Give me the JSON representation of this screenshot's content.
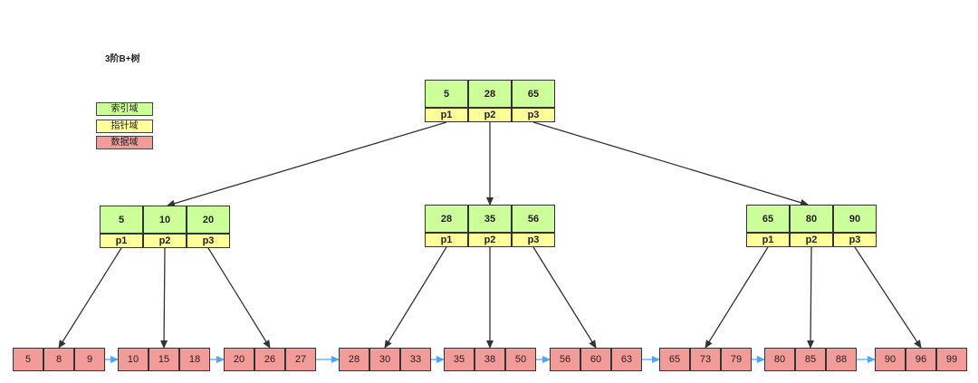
{
  "title": "3阶B+树",
  "legend": [
    {
      "label": "索引域",
      "color": "#ccff99"
    },
    {
      "label": "指针域",
      "color": "#ffff99"
    },
    {
      "label": "数据域",
      "color": "#f19c99"
    }
  ],
  "colors": {
    "key": "#ccff99",
    "pointer": "#ffff99",
    "leaf": "#f19c99",
    "edge": "#333333",
    "leaf_link": "#4da6ff"
  },
  "tree": {
    "root": {
      "keys": [
        "5",
        "28",
        "65"
      ],
      "pointers": [
        "p1",
        "p2",
        "p3"
      ]
    },
    "internal": [
      {
        "keys": [
          "5",
          "10",
          "20"
        ],
        "pointers": [
          "p1",
          "p2",
          "p3"
        ]
      },
      {
        "keys": [
          "28",
          "35",
          "56"
        ],
        "pointers": [
          "p1",
          "p2",
          "p3"
        ]
      },
      {
        "keys": [
          "65",
          "80",
          "90"
        ],
        "pointers": [
          "p1",
          "p2",
          "p3"
        ]
      }
    ],
    "leaves": [
      [
        "5",
        "8",
        "9"
      ],
      [
        "10",
        "15",
        "18"
      ],
      [
        "20",
        "26",
        "27"
      ],
      [
        "28",
        "30",
        "33"
      ],
      [
        "35",
        "38",
        "50"
      ],
      [
        "56",
        "60",
        "63"
      ],
      [
        "65",
        "73",
        "79"
      ],
      [
        "80",
        "85",
        "88"
      ],
      [
        "90",
        "96",
        "99"
      ]
    ]
  }
}
